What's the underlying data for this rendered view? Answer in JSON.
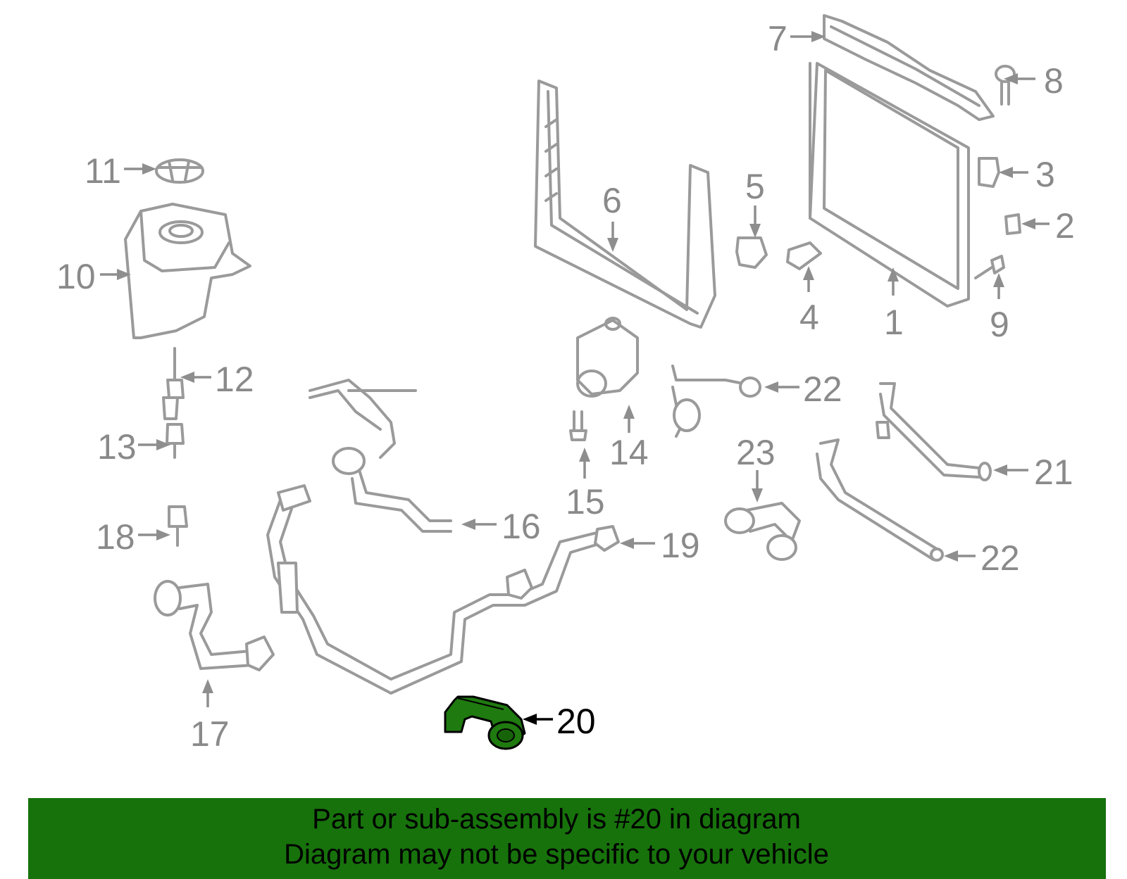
{
  "colors": {
    "part_outline": "#9a9a9a",
    "callout_text": "#8a8a8a",
    "highlight_part": "#1f7a0f",
    "banner_background": "#17720c",
    "banner_text": "#000000"
  },
  "callouts": {
    "c1": "1",
    "c2": "2",
    "c3": "3",
    "c4": "4",
    "c5": "5",
    "c6": "6",
    "c7": "7",
    "c8": "8",
    "c9": "9",
    "c10": "10",
    "c11": "11",
    "c12": "12",
    "c13": "13",
    "c14": "14",
    "c15": "15",
    "c16": "16",
    "c17": "17",
    "c18": "18",
    "c19": "19",
    "c20": "20",
    "c21": "21",
    "c22a": "22",
    "c22b": "22",
    "c23": "23"
  },
  "highlighted_part": "20",
  "banner": {
    "line1": "Part or sub-assembly is #20 in diagram",
    "line2": "Diagram may not be specific to your vehicle"
  }
}
